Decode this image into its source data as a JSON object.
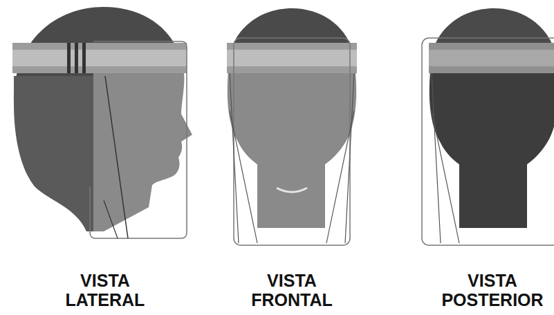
{
  "diagram": {
    "labels": [
      "VISTA LATERAL",
      "VISTA FRONTAL",
      "VISTA POSTERIOR"
    ]
  }
}
